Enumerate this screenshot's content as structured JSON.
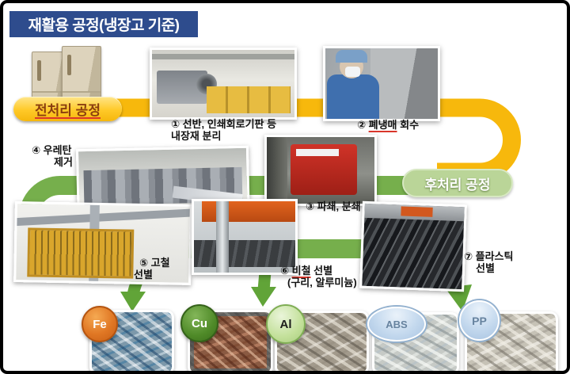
{
  "title": "재활용 공정(냉장고 기준)",
  "stages": {
    "pre": "전처리 공정",
    "post": "후처리 공정"
  },
  "steps": {
    "s1": {
      "line1": "① 선반, 인쇄회로기판 등",
      "line2": "내장재 분리"
    },
    "s2": {
      "prefix": "② ",
      "underlined": "폐냉매",
      "suffix": " 회수"
    },
    "s3": {
      "line1": "③ 파쇄, 분쇄"
    },
    "s4": {
      "line1": "④ 우레탄",
      "line2": "제거"
    },
    "s5": {
      "line1": "⑤ 고철",
      "line2": "선별"
    },
    "s6": {
      "prefix": "⑥ ",
      "underlined": "비철",
      "suffix": " 선별",
      "line2": "(구리, 알루미늄)"
    },
    "s7": {
      "line1": "⑦ 플라스틱",
      "line2": "선별"
    }
  },
  "materials": {
    "fe": "Fe",
    "cu": "Cu",
    "al": "Al",
    "abs": "ABS",
    "pp": "PP"
  },
  "colors": {
    "title-bg": "#2E4C8D",
    "flow-yellow": "#F7B80C",
    "flow-green": "#76AF4C",
    "arrow-green": "#61A438",
    "pre-fg": "#8A3E0F",
    "post-bg": "#BAD598",
    "underline-red": "#D9362B",
    "fe-badge": "#DD7524",
    "cu-badge": "#4F8A28",
    "al-badge": "#C3E09A",
    "plastic-badge": "#BDD7EE"
  }
}
